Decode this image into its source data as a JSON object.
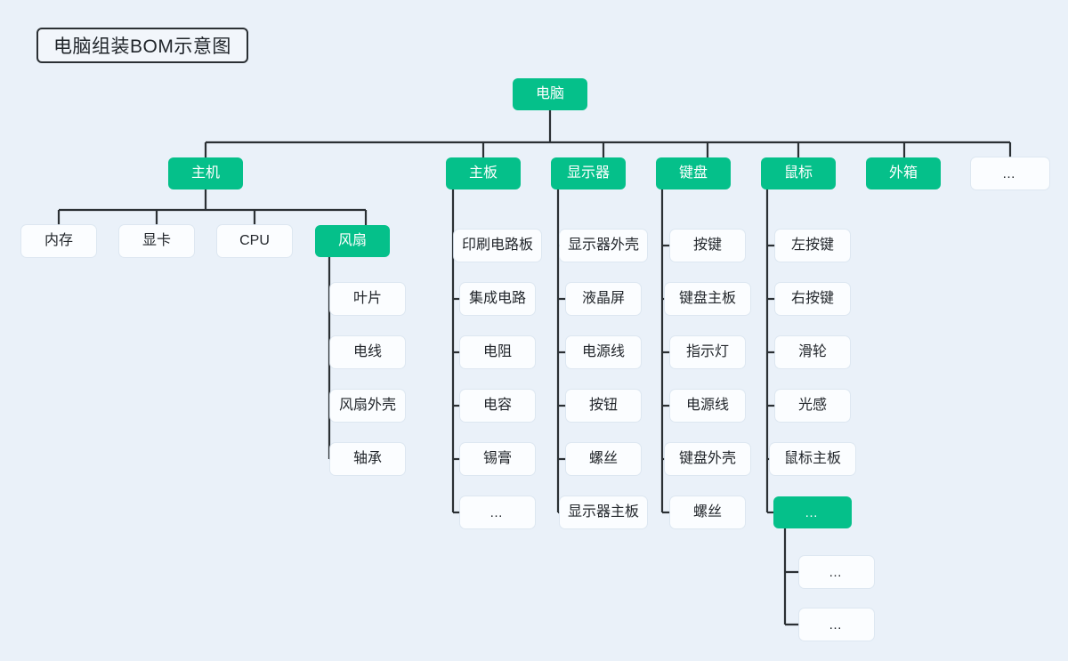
{
  "diagram": {
    "title": "电脑组装BOM示意图",
    "background_color": "#eaf1f9",
    "accent_color": "#05c08a",
    "node_color": "#fbfdff",
    "line_color": "#2b3034",
    "type": "tree",
    "root": "电脑"
  },
  "nodes": {
    "root": {
      "label": "电脑",
      "style": "green"
    },
    "l2": [
      {
        "label": "主机",
        "style": "green"
      },
      {
        "label": "主板",
        "style": "green"
      },
      {
        "label": "显示器",
        "style": "green"
      },
      {
        "label": "键盘",
        "style": "green"
      },
      {
        "label": "鼠标",
        "style": "green"
      },
      {
        "label": "外箱",
        "style": "green"
      },
      {
        "label": "…",
        "style": "plain"
      }
    ],
    "host_children": [
      {
        "label": "内存",
        "style": "plain"
      },
      {
        "label": "显卡",
        "style": "plain"
      },
      {
        "label": "CPU",
        "style": "plain"
      },
      {
        "label": "风扇",
        "style": "green"
      }
    ],
    "fan_children": [
      {
        "label": "叶片",
        "style": "plain"
      },
      {
        "label": "电线",
        "style": "plain"
      },
      {
        "label": "风扇外壳",
        "style": "plain"
      },
      {
        "label": "轴承",
        "style": "plain"
      }
    ],
    "mainboard_children": [
      {
        "label": "印刷电路板",
        "style": "plain"
      },
      {
        "label": "集成电路",
        "style": "plain"
      },
      {
        "label": "电阻",
        "style": "plain"
      },
      {
        "label": "电容",
        "style": "plain"
      },
      {
        "label": "锡膏",
        "style": "plain"
      },
      {
        "label": "…",
        "style": "plain"
      }
    ],
    "monitor_children": [
      {
        "label": "显示器外壳",
        "style": "plain"
      },
      {
        "label": "液晶屏",
        "style": "plain"
      },
      {
        "label": "电源线",
        "style": "plain"
      },
      {
        "label": "按钮",
        "style": "plain"
      },
      {
        "label": "螺丝",
        "style": "plain"
      },
      {
        "label": "显示器主板",
        "style": "plain"
      }
    ],
    "keyboard_children": [
      {
        "label": "按键",
        "style": "plain"
      },
      {
        "label": "键盘主板",
        "style": "plain"
      },
      {
        "label": "指示灯",
        "style": "plain"
      },
      {
        "label": "电源线",
        "style": "plain"
      },
      {
        "label": "键盘外壳",
        "style": "plain"
      },
      {
        "label": "螺丝",
        "style": "plain"
      }
    ],
    "mouse_children": [
      {
        "label": "左按键",
        "style": "plain"
      },
      {
        "label": "右按键",
        "style": "plain"
      },
      {
        "label": "滑轮",
        "style": "plain"
      },
      {
        "label": "光感",
        "style": "plain"
      },
      {
        "label": "鼠标主板",
        "style": "plain"
      },
      {
        "label": "…",
        "style": "green"
      }
    ],
    "mouse_more_children": [
      {
        "label": "…",
        "style": "plain"
      },
      {
        "label": "…",
        "style": "plain"
      }
    ]
  }
}
